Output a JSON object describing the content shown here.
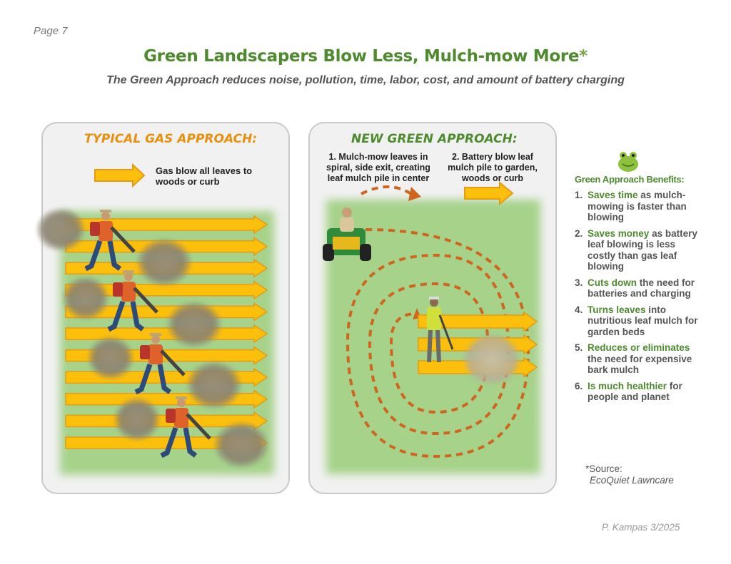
{
  "page": {
    "number": "Page 7"
  },
  "header": {
    "title": "Green Landscapers Blow Less, Mulch-mow More",
    "title_mark": "*",
    "subtitle": "The Green Approach reduces noise, pollution, time, labor, cost, and amount of battery charging"
  },
  "gas_panel": {
    "heading": "TYPICAL GAS APPROACH:",
    "caption": "Gas blow all leaves to woods or curb"
  },
  "green_panel": {
    "heading": "NEW GREEN APPROACH:",
    "step1": "1. Mulch-mow leaves in spiral, side exit, creating leaf mulch pile in center",
    "step2": "2. Battery blow leaf mulch pile to garden, woods or curb"
  },
  "benefits": {
    "title": "Green Approach Benefits:",
    "items": [
      {
        "num": "1.",
        "highlight": "Saves time",
        "text": " as mulch-mowing is faster than blowing"
      },
      {
        "num": "2.",
        "highlight": "Saves money",
        "text": " as battery leaf blowing is less costly than gas leaf blowing"
      },
      {
        "num": "3.",
        "highlight": "Cuts down",
        "text": " the need for batteries and charging"
      },
      {
        "num": "4.",
        "highlight": "Turns leaves",
        "text": " into nutritious leaf mulch for garden beds"
      },
      {
        "num": "5.",
        "highlight": "Reduces or eliminates",
        "text": " the need for expensive bark mulch"
      },
      {
        "num": "6.",
        "highlight": "Is much healthier",
        "text": " for people and planet"
      }
    ]
  },
  "source": {
    "label": "*Source:",
    "name": "EcoQuiet Lawncare"
  },
  "credit": "P. Kampas 3/2025",
  "colors": {
    "green_title": "#4e8a2e",
    "orange_heading": "#e8900c",
    "arrow_fill": "#fbbf0c",
    "arrow_stroke": "#e59b12",
    "lawn": "#a6d28a",
    "spiral": "#d0651d"
  }
}
